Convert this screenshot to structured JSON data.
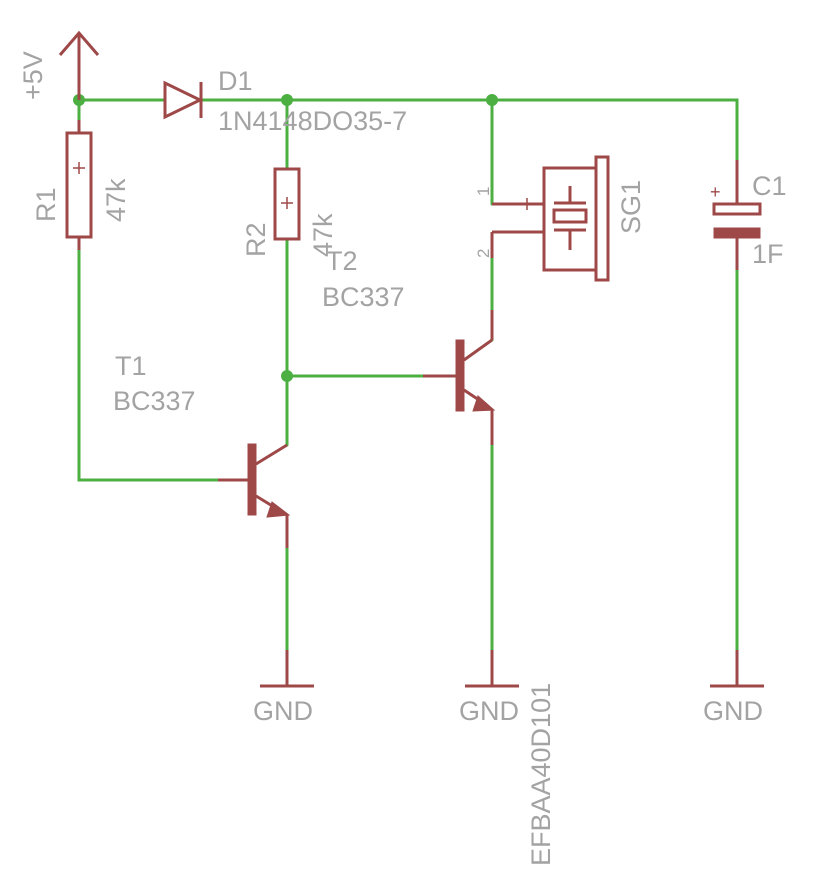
{
  "supply": {
    "label": "+5V"
  },
  "components": {
    "r1": {
      "name": "R1",
      "value": "47k"
    },
    "r2": {
      "name": "R2",
      "value": "47k"
    },
    "d1": {
      "name": "D1",
      "value": "1N4148DO35-7"
    },
    "t1": {
      "name": "T1",
      "value": "BC337"
    },
    "t2": {
      "name": "T2",
      "value": "BC337"
    },
    "sg1": {
      "name": "SG1",
      "value": "EFBAA40D101",
      "pin1": "1",
      "pin2": "2"
    },
    "c1": {
      "name": "C1",
      "value": "1F",
      "polarity": "+"
    }
  },
  "grounds": [
    "GND",
    "GND",
    "GND"
  ],
  "colors": {
    "wire": "#4caf42",
    "part": "#9e4848",
    "label": "#a3a3a3",
    "background": "#ffffff"
  }
}
